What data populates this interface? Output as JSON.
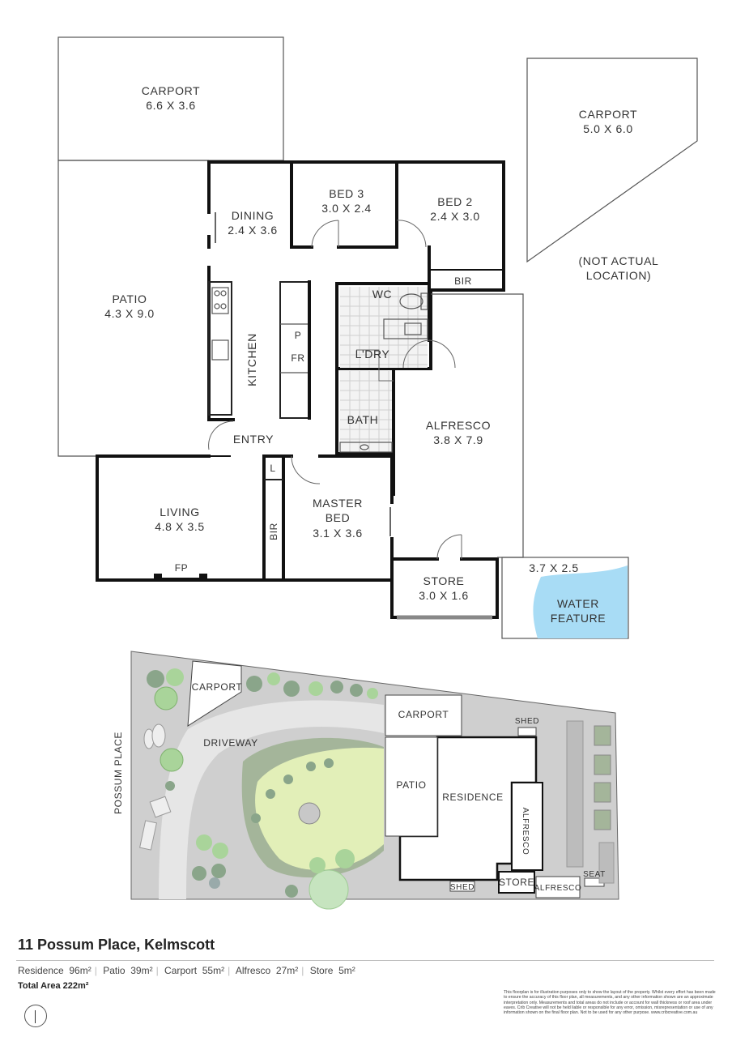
{
  "floor_plan": {
    "rooms": {
      "carport1": {
        "name": "CARPORT",
        "size": "6.6 X 3.6"
      },
      "carport2": {
        "name": "CARPORT",
        "size": "5.0 X 6.0"
      },
      "not_actual": {
        "line1": "(NOT ACTUAL",
        "line2": "LOCATION)"
      },
      "dining": {
        "name": "DINING",
        "size": "2.4 X 3.6"
      },
      "bed3": {
        "name": "BED 3",
        "size": "3.0 X 2.4"
      },
      "bed2": {
        "name": "BED 2",
        "size": "2.4 X 3.0"
      },
      "bir_bed2": {
        "name": "BIR"
      },
      "patio": {
        "name": "PATIO",
        "size": "4.3 X 9.0"
      },
      "kitchen": {
        "name": "KITCHEN"
      },
      "pantry": {
        "name": "P"
      },
      "fridge": {
        "name": "FR"
      },
      "wc": {
        "name": "WC"
      },
      "laundry": {
        "name": "L'DRY"
      },
      "bath": {
        "name": "BATH"
      },
      "entry": {
        "name": "ENTRY"
      },
      "linen": {
        "name": "L"
      },
      "bir_master": {
        "name": "BIR"
      },
      "living": {
        "name": "LIVING",
        "size": "4.8 X 3.5"
      },
      "fireplace": {
        "name": "FP"
      },
      "master": {
        "line1": "MASTER",
        "line2": "BED",
        "size": "3.1 X 3.6"
      },
      "alfresco": {
        "name": "ALFRESCO",
        "size": "3.8 X 7.9"
      },
      "store": {
        "name": "STORE",
        "size": "3.0 X 1.6"
      },
      "water": {
        "size": "3.7 X 2.5",
        "line1": "WATER",
        "line2": "FEATURE"
      }
    }
  },
  "site_plan": {
    "street": "POSSUM PLACE",
    "labels": {
      "carport_a": "CARPORT",
      "carport_b": "CARPORT",
      "driveway": "DRIVEWAY",
      "shed_a": "SHED",
      "shed_b": "SHED",
      "patio": "PATIO",
      "residence": "RESIDENCE",
      "alfresco_a": "ALFRESCO",
      "alfresco_b": "ALFRESCO",
      "store": "STORE",
      "seat": "SEAT"
    }
  },
  "footer": {
    "address": "11 Possum Place, Kelmscott",
    "areas": [
      {
        "label": "Residence",
        "value": "96m²"
      },
      {
        "label": "Patio",
        "value": "39m²"
      },
      {
        "label": "Carport",
        "value": "55m²"
      },
      {
        "label": "Alfresco",
        "value": "27m²"
      },
      {
        "label": "Store",
        "value": "5m²"
      }
    ],
    "total": "Total Area  222m²",
    "disclaimer": "This floorplan is for illustration purposes only to show the layout of the property. Whilst every effort has been made to ensure the accuracy of this floor plan, all measurements, and any other information shown are an approximate interpretation only. Measurements and total areas do not include or account for wall thickness or roof area under eaves. Crib Creative will not be held liable or responsible for any error, omission, misrepresentation or use of any information shown on the final floor plan. Not to be used for any other purpose. www.cribcreative.com.au"
  },
  "colors": {
    "wall": "#111111",
    "water": "#a8dcf5",
    "lawn": "#e2efb8",
    "paving": "#d6d6d6",
    "shrub_green": "#a9d49a",
    "shrub_dark": "#8aa58a"
  }
}
